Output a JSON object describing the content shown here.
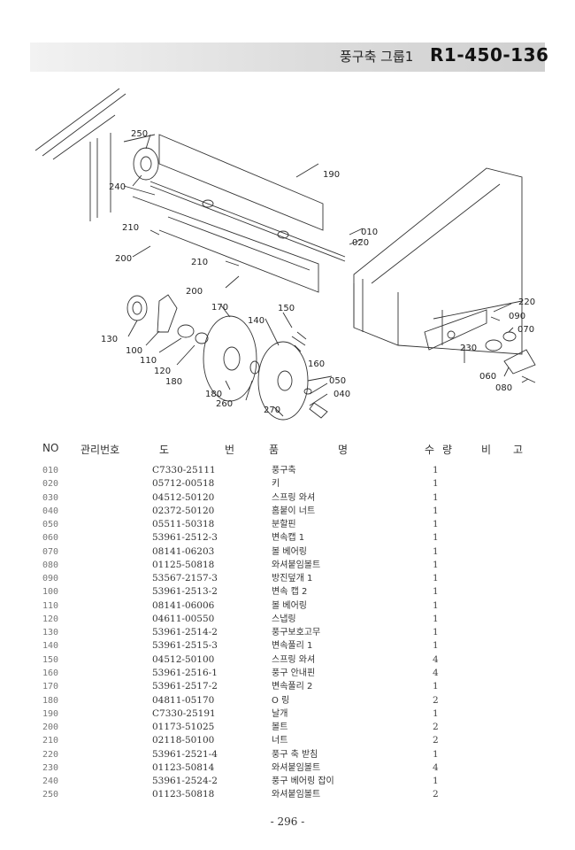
{
  "header": {
    "group_title": "풍구축 그룹1",
    "code": "R1-450-136"
  },
  "diagram": {
    "callouts": [
      "250",
      "240",
      "190",
      "210",
      "200",
      "010",
      "020",
      "210",
      "200",
      "220",
      "170",
      "140",
      "150",
      "090",
      "070",
      "130",
      "100",
      "110",
      "160",
      "230",
      "120",
      "180",
      "060",
      "050",
      "080",
      "180",
      "260",
      "040",
      "270"
    ]
  },
  "table": {
    "headers": {
      "no": "NO",
      "mgmt": "관리번호",
      "dwg1": "도",
      "dwg2": "번",
      "name1": "품",
      "name2": "명",
      "qty1": "수",
      "qty2": "량",
      "note1": "비",
      "note2": "고"
    },
    "rows": [
      {
        "no": "010",
        "dwg": "C7330-25111",
        "name": "풍구축",
        "qty": "1"
      },
      {
        "no": "020",
        "dwg": "05712-00518",
        "name": "키",
        "qty": "1"
      },
      {
        "no": "030",
        "dwg": "04512-50120",
        "name": "스프링 와셔",
        "qty": "1"
      },
      {
        "no": "040",
        "dwg": "02372-50120",
        "name": "홈붙이 너트",
        "qty": "1"
      },
      {
        "no": "050",
        "dwg": "05511-50318",
        "name": "분할핀",
        "qty": "1"
      },
      {
        "no": "060",
        "dwg": "53961-2512-3",
        "name": "변속캡 1",
        "qty": "1"
      },
      {
        "no": "070",
        "dwg": "08141-06203",
        "name": "볼 베어링",
        "qty": "1"
      },
      {
        "no": "080",
        "dwg": "01125-50818",
        "name": "와셔붙임볼트",
        "qty": "1"
      },
      {
        "no": "090",
        "dwg": "53567-2157-3",
        "name": "방진덮개 1",
        "qty": "1"
      },
      {
        "no": "100",
        "dwg": "53961-2513-2",
        "name": "변속 캡 2",
        "qty": "1"
      },
      {
        "no": "110",
        "dwg": "08141-06006",
        "name": "볼 베어링",
        "qty": "1"
      },
      {
        "no": "120",
        "dwg": "04611-00550",
        "name": "스냅링",
        "qty": "1"
      },
      {
        "no": "130",
        "dwg": "53961-2514-2",
        "name": "풍구보호고무",
        "qty": "1"
      },
      {
        "no": "140",
        "dwg": "53961-2515-3",
        "name": "변속풀리 1",
        "qty": "1"
      },
      {
        "no": "150",
        "dwg": "04512-50100",
        "name": "스프링 와셔",
        "qty": "4"
      },
      {
        "no": "160",
        "dwg": "53961-2516-1",
        "name": "풍구 안내핀",
        "qty": "4"
      },
      {
        "no": "170",
        "dwg": "53961-2517-2",
        "name": "변속풀리 2",
        "qty": "1"
      },
      {
        "no": "180",
        "dwg": "04811-05170",
        "name": "O 링",
        "qty": "2"
      },
      {
        "no": "190",
        "dwg": "C7330-25191",
        "name": "날개",
        "qty": "1"
      },
      {
        "no": "200",
        "dwg": "01173-51025",
        "name": "볼트",
        "qty": "2"
      },
      {
        "no": "210",
        "dwg": "02118-50100",
        "name": "너트",
        "qty": "2"
      },
      {
        "no": "220",
        "dwg": "53961-2521-4",
        "name": "풍구 축 받침",
        "qty": "1"
      },
      {
        "no": "230",
        "dwg": "01123-50814",
        "name": "와셔붙임볼트",
        "qty": "4"
      },
      {
        "no": "240",
        "dwg": "53961-2524-2",
        "name": "풍구 베어링 잡이",
        "qty": "1"
      },
      {
        "no": "250",
        "dwg": "01123-50818",
        "name": "와셔붙임볼트",
        "qty": "2"
      }
    ]
  },
  "footer": {
    "page": "- 296 -"
  }
}
